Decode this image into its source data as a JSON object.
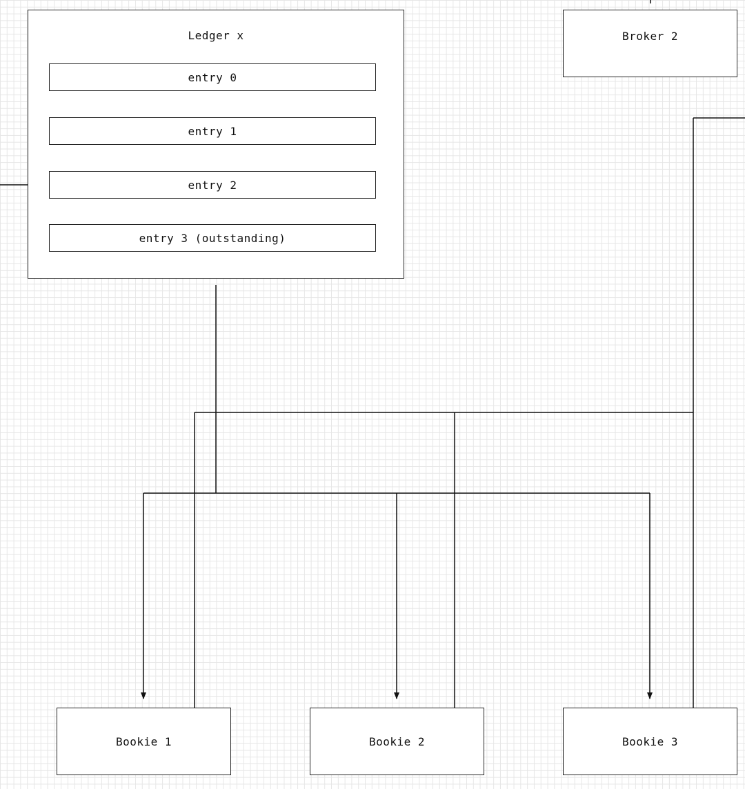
{
  "ledger": {
    "title": "Ledger x",
    "entries": [
      {
        "label": "entry 0"
      },
      {
        "label": "entry 1"
      },
      {
        "label": "entry 2"
      },
      {
        "label": "entry 3 (outstanding)"
      }
    ]
  },
  "broker": {
    "label": "Broker 2"
  },
  "bookies": [
    {
      "label": "Bookie 1"
    },
    {
      "label": "Bookie 2"
    },
    {
      "label": "Bookie 3"
    }
  ]
}
